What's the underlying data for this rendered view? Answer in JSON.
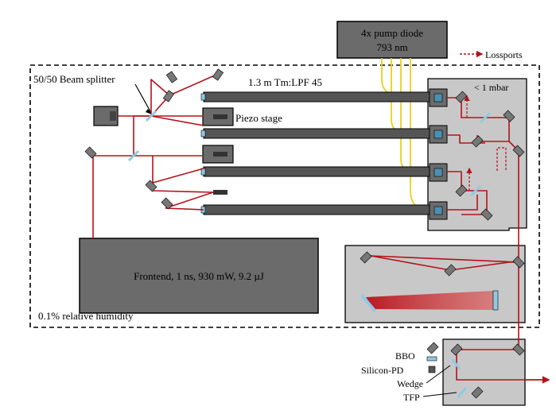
{
  "labels": {
    "pump_diode_line1": "4x pump diode",
    "pump_diode_line2": "793 nm",
    "lossports": "Lossports",
    "beam_splitter": "50/50 Beam splitter",
    "fiber": "1.3 m Tm:LPF 45",
    "vacuum": "< 1 mbar",
    "piezo_stage": "Piezo stage",
    "frontend": "Frontend, 1 ns, 930 mW, 9.2 µJ",
    "humidity": "0.1% relative humidity",
    "bbo": "BBO",
    "silicon_pd": "Silicon-PD",
    "wedge": "Wedge",
    "tfp": "TFP"
  },
  "colors": {
    "beam": "#b5121b",
    "fiber_rod": "#555555",
    "box_dark": "#6b6b6b",
    "box_light": "#c8c8c8",
    "pump_fiber": "#e8d21a",
    "optic_blue": "#8ecae6"
  }
}
